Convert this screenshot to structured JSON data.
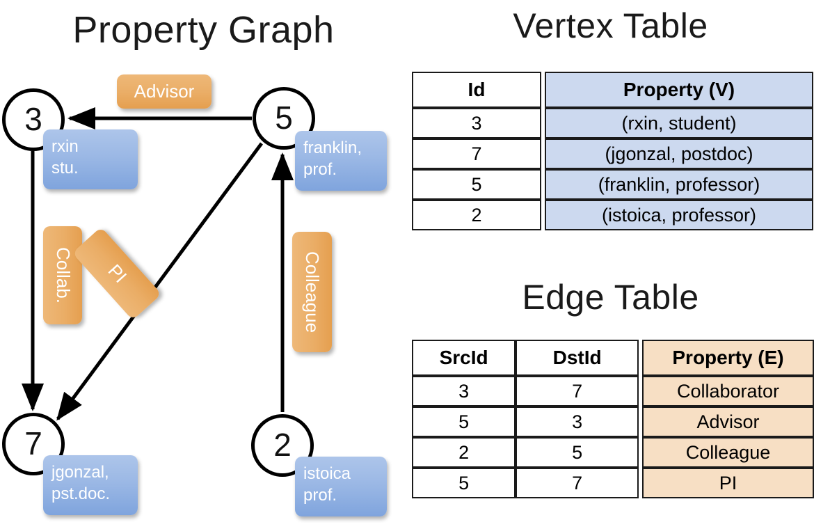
{
  "titles": {
    "property_graph": "Property Graph",
    "vertex_table": "Vertex Table",
    "edge_table": "Edge Table"
  },
  "graph": {
    "vertices": [
      {
        "id": "3",
        "name": "rxin",
        "role": "stu."
      },
      {
        "id": "5",
        "name": "franklin,",
        "role": "prof."
      },
      {
        "id": "7",
        "name": "jgonzal,",
        "role": "pst.doc."
      },
      {
        "id": "2",
        "name": "istoica",
        "role": "prof."
      }
    ],
    "edge_labels": {
      "advisor": "Advisor",
      "collab": "Collab.",
      "pi": "PI",
      "colleague": "Colleague"
    }
  },
  "vertex_table": {
    "headers": [
      "Id",
      "Property (V)"
    ],
    "rows": [
      {
        "id": "3",
        "property": "(rxin, student)"
      },
      {
        "id": "7",
        "property": "(jgonzal, postdoc)"
      },
      {
        "id": "5",
        "property": "(franklin, professor)"
      },
      {
        "id": "2",
        "property": "(istoica, professor)"
      }
    ]
  },
  "edge_table": {
    "headers": [
      "SrcId",
      "DstId",
      "Property (E)"
    ],
    "rows": [
      {
        "src": "3",
        "dst": "7",
        "property": "Collaborator"
      },
      {
        "src": "5",
        "dst": "3",
        "property": "Advisor"
      },
      {
        "src": "2",
        "dst": "5",
        "property": "Colleague"
      },
      {
        "src": "5",
        "dst": "7",
        "property": "PI"
      }
    ]
  },
  "colors": {
    "vertex_property_fill": "#ccd9ef",
    "edge_property_fill": "#f7dfc4",
    "node_box_blue": "#9bb8e5",
    "edge_box_orange": "#eaad66",
    "stroke": "#000000"
  }
}
